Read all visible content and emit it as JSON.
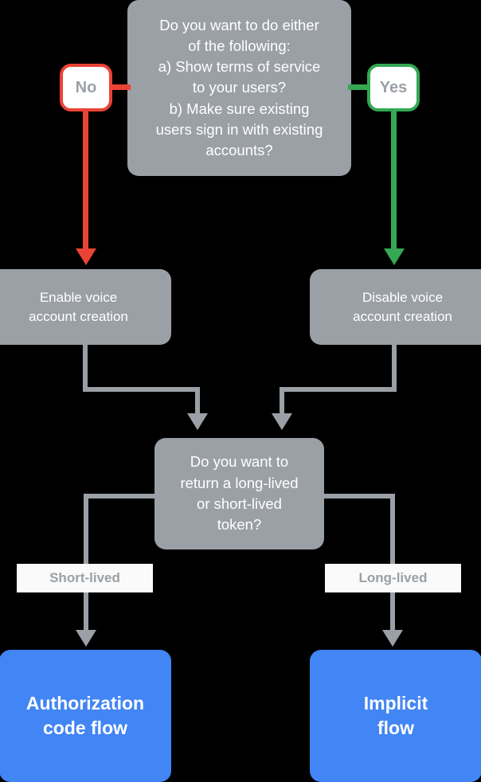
{
  "diagram": {
    "title": "Account linking decision flow",
    "colors": {
      "background": "#000000",
      "node_gray": "#9aa0a6",
      "node_blue": "#4285f4",
      "yes_green": "#34a853",
      "no_red": "#ea4335",
      "label_white": "#fafafa",
      "text_white": "#ffffff"
    },
    "nodes": {
      "question_terms": "Do you want to do either\nof the following:\na) Show terms of service\nto your users?\nb) Make sure existing\nusers sign in with existing\naccounts?",
      "answer_no": "No",
      "answer_yes": "Yes",
      "enable_voice": "Enable voice\naccount creation",
      "disable_voice": "Disable voice\naccount creation",
      "question_token": "Do you want to\nreturn a long-lived\nor short-lived\ntoken?",
      "label_short_lived": "Short-lived",
      "label_long_lived": "Long-lived",
      "outcome_auth_code": "Authorization\ncode flow",
      "outcome_implicit": "Implicit\nflow"
    }
  }
}
